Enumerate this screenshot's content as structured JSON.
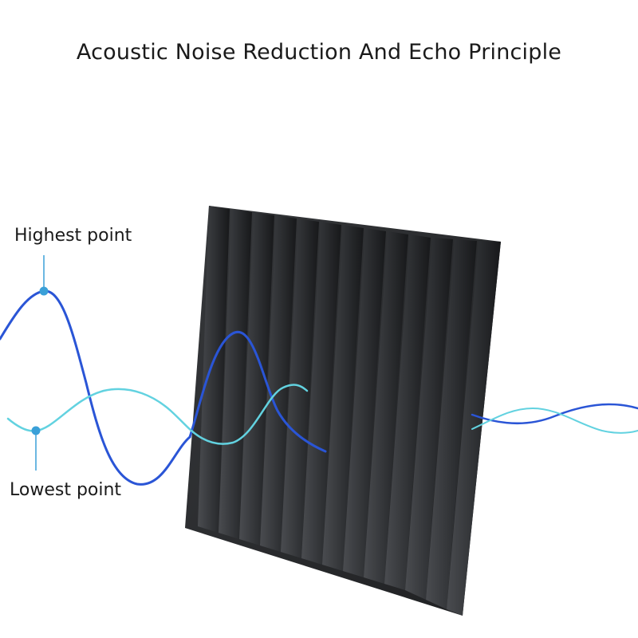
{
  "title": "Acoustic Noise Reduction And Echo Principle",
  "labels": {
    "highest_point": "Highest point",
    "lowest_point": "Lowest point"
  },
  "colors": {
    "wave_primary": "#2a55d6",
    "wave_secondary": "#62d2e0",
    "marker": "#3aa0d8",
    "foam_panel": "#2b2c2e",
    "foam_shadow": "#131416",
    "foam_highlight": "#46484b"
  }
}
